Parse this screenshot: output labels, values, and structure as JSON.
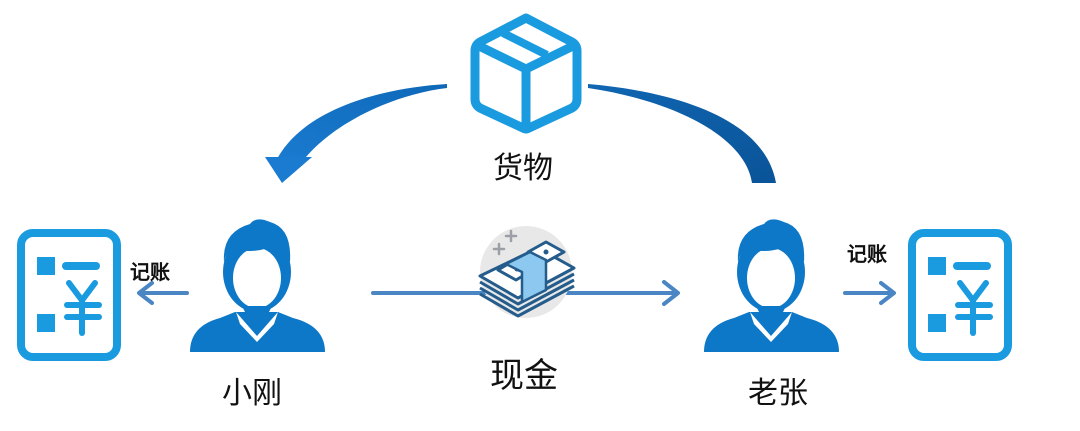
{
  "diagram": {
    "title": "Goods and cash exchange between two parties with separate bookkeeping",
    "colors": {
      "icon_blue": "#1a9be0",
      "person_blue": "#0e78c8",
      "arrow_blue": "#4a86c4",
      "curve_dark": "#0a5ea8",
      "curve_light": "#1a7bd0",
      "cash_light": "#8cc8ef",
      "cash_dark": "#245c8c",
      "cash_bg": "#e8e8e8",
      "text": "#111111"
    },
    "nodes": {
      "goods": {
        "label": "货物",
        "icon": "box-icon"
      },
      "cash": {
        "label": "现金",
        "icon": "cash-stack-icon"
      },
      "left_person": {
        "label": "小刚",
        "icon": "person-icon"
      },
      "right_person": {
        "label": "老张",
        "icon": "person-icon"
      },
      "left_ledger": {
        "icon": "ledger-icon"
      },
      "right_ledger": {
        "icon": "ledger-icon"
      }
    },
    "edges": {
      "left_bookkeeping": {
        "label": "记账",
        "from": "小刚",
        "to": "ledger"
      },
      "right_bookkeeping": {
        "label": "记账",
        "from": "老张",
        "to": "ledger"
      },
      "goods_flow": {
        "from": "老张",
        "to": "小刚"
      },
      "cash_flow": {
        "from": "小刚",
        "to": "老张"
      }
    }
  }
}
